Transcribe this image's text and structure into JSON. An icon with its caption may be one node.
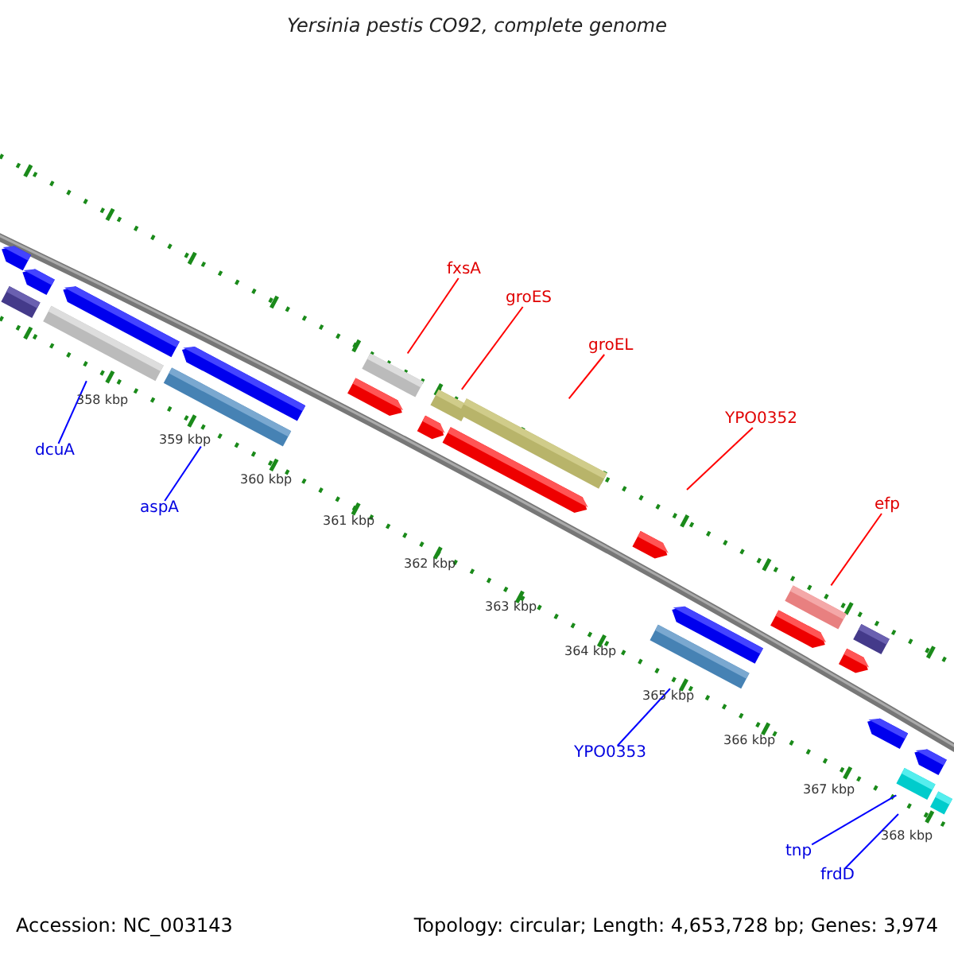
{
  "diagram": {
    "title": "Yersinia pestis CO92, complete genome",
    "nodes": [
      {
        "text": [
          "fxsA"
        ]
      },
      {
        "text": [
          "groES"
        ]
      },
      {
        "text": [
          "groEL"
        ]
      },
      {
        "text": [
          "YPO0352"
        ]
      },
      {
        "text": [
          "efp"
        ]
      },
      {
        "text": [
          "dcuA"
        ]
      },
      {
        "text": [
          "aspA"
        ]
      },
      {
        "text": [
          "YPO0353"
        ]
      },
      {
        "text": [
          "tnp"
        ]
      },
      {
        "text": [
          "frdD"
        ]
      },
      {
        "text": [],
        "shape": "arrow"
      },
      {
        "text": [],
        "shape": "arrow"
      },
      {
        "text": [],
        "shape": "box"
      },
      {
        "text": [],
        "shape": "arrow"
      },
      {
        "text": [],
        "shape": "box"
      },
      {
        "text": [],
        "shape": "arrow"
      },
      {
        "text": [],
        "shape": "box"
      },
      {
        "text": [],
        "shape": "box"
      },
      {
        "text": [],
        "shape": "arrow"
      },
      {
        "text": [],
        "shape": "box"
      },
      {
        "text": [],
        "shape": "arrow"
      },
      {
        "text": [],
        "shape": "box"
      },
      {
        "text": [],
        "shape": "arrow"
      },
      {
        "text": [],
        "shape": "arrow"
      },
      {
        "text": [],
        "shape": "arrow"
      },
      {
        "text": [],
        "shape": "box"
      },
      {
        "text": [],
        "shape": "box"
      },
      {
        "text": [],
        "shape": "arrow"
      },
      {
        "text": [],
        "shape": "box"
      },
      {
        "text": [],
        "shape": "arrow"
      },
      {
        "text": [],
        "shape": "arrow"
      },
      {
        "text": [],
        "shape": "arrow"
      },
      {
        "text": [],
        "shape": "box"
      },
      {
        "text": [],
        "shape": "box"
      }
    ],
    "edges": [
      {
        "from": 0,
        "to": 17,
        "arrow": "none"
      },
      {
        "from": 1,
        "to": 19,
        "arrow": "none"
      },
      {
        "from": 2,
        "to": 21,
        "arrow": "none"
      },
      {
        "from": 3,
        "to": null,
        "arrow": "none"
      },
      {
        "from": 4,
        "to": 26,
        "arrow": "none"
      },
      {
        "from": 5,
        "to": 14,
        "arrow": "none",
        "color": "#0000ff"
      },
      {
        "from": 6,
        "to": 16,
        "arrow": "none",
        "color": "#0000ff"
      },
      {
        "from": 7,
        "to": 25,
        "arrow": "none",
        "color": "#0000ff"
      },
      {
        "from": 8,
        "to": 32,
        "arrow": "none",
        "color": "#0000ff"
      },
      {
        "from": 9,
        "to": null,
        "arrow": "none",
        "color": "#0000ff"
      }
    ],
    "labels": [
      "358 kbp",
      "359 kbp",
      "360 kbp",
      "361 kbp",
      "362 kbp",
      "363 kbp",
      "364 kbp",
      "365 kbp",
      "366 kbp",
      "367 kbp",
      "368 kbp",
      "Accession: NC_003143",
      "Topology: circular; Length: 4,653,728 bp; Genes: 3,974"
    ]
  }
}
